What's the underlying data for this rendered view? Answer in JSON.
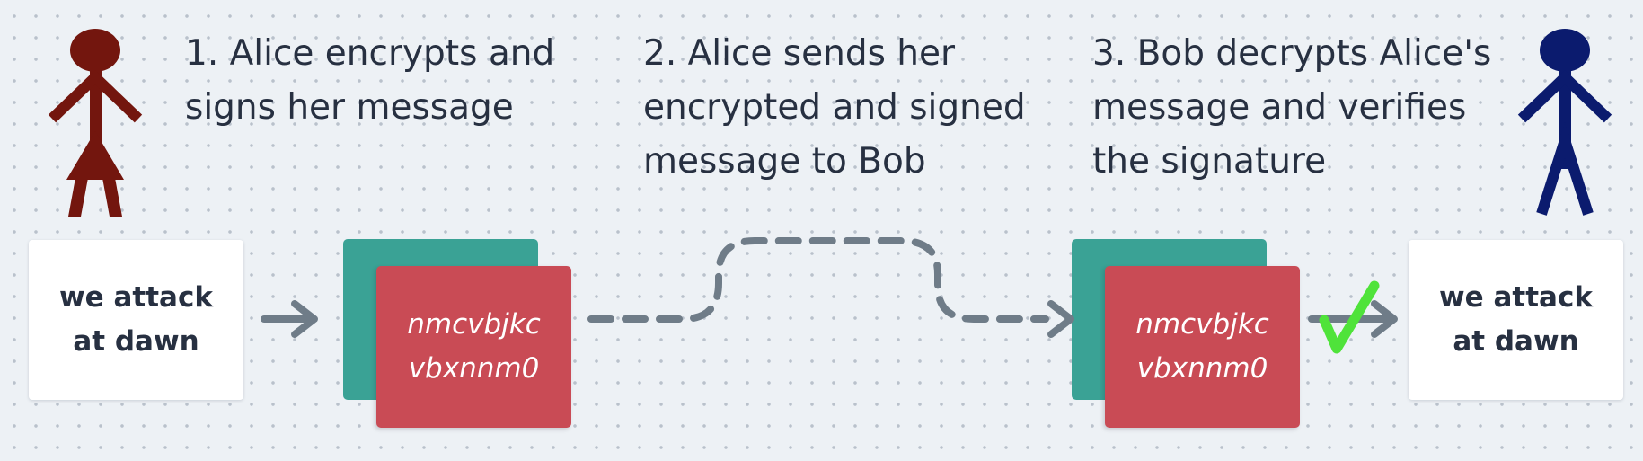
{
  "steps": [
    {
      "text": "1. Alice encrypts and\nsigns her message"
    },
    {
      "text": "2. Alice sends her\nencrypted and signed\nmessage to Bob"
    },
    {
      "text": "3. Bob decrypts Alice's\nmessage and verifies\nthe signature"
    }
  ],
  "plaintext": {
    "original": "we attack\nat dawn",
    "decrypted": "we attack\nat dawn"
  },
  "ciphertext": {
    "sent": "nmcvbjkc\nvbxnnm0",
    "received": "nmcvbjkc\nvbxnnm0"
  },
  "figures": {
    "alice": {
      "icon": "alice-stick-figure-icon",
      "color": "#73160e"
    },
    "bob": {
      "icon": "bob-stick-figure-icon",
      "color": "#0b1b6e"
    }
  },
  "colors": {
    "signature_card": "#3aa295",
    "encrypted_card": "#c94b55",
    "arrow": "#6f7c88",
    "check": "#4fe33a"
  },
  "verified_icon": "checkmark-icon"
}
